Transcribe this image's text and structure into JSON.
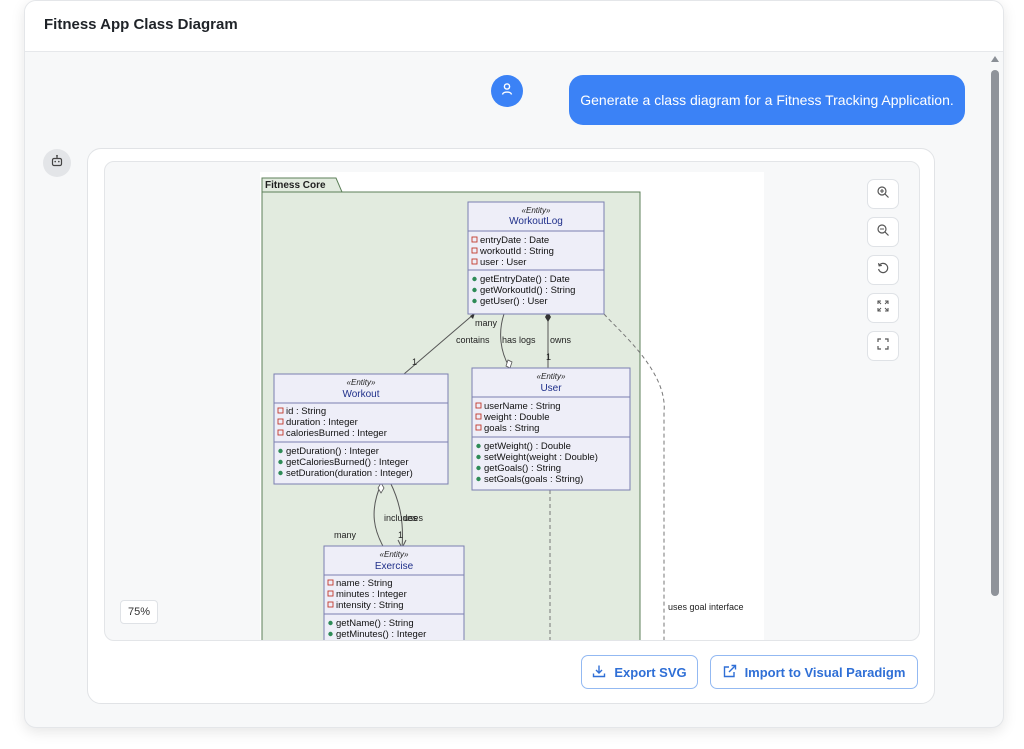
{
  "window": {
    "title": "Fitness App Class Diagram"
  },
  "chat": {
    "user_message": "Generate a class diagram for a Fitness Tracking Application.",
    "user_icon": "user-icon",
    "bot_icon": "robot-icon"
  },
  "viewer": {
    "zoom_level": "75%",
    "tools": [
      "zoom-in-icon",
      "zoom-out-icon",
      "reset-icon",
      "fit-to-screen-icon",
      "fullscreen-icon"
    ]
  },
  "actions": {
    "export_svg": "Export SVG",
    "import_vp": "Import to Visual Paradigm"
  },
  "diagram": {
    "package": "Fitness Core",
    "classes": {
      "workoutlog": {
        "stereotype": "«Entity»",
        "name": "WorkoutLog",
        "attributes": [
          "entryDate : Date",
          "workoutId : String",
          "user : User"
        ],
        "methods": [
          "getEntryDate() : Date",
          "getWorkoutId() : String",
          "getUser() : User"
        ]
      },
      "workout": {
        "stereotype": "«Entity»",
        "name": "Workout",
        "attributes": [
          "id : String",
          "duration : Integer",
          "caloriesBurned : Integer"
        ],
        "methods": [
          "getDuration() : Integer",
          "getCaloriesBurned() : Integer",
          "setDuration(duration : Integer)"
        ]
      },
      "user": {
        "stereotype": "«Entity»",
        "name": "User",
        "attributes": [
          "userName : String",
          "weight : Double",
          "goals : String"
        ],
        "methods": [
          "getWeight() : Double",
          "setWeight(weight : Double)",
          "getGoals() : String",
          "setGoals(goals : String)"
        ]
      },
      "exercise": {
        "stereotype": "«Entity»",
        "name": "Exercise",
        "attributes": [
          "name : String",
          "minutes : Integer",
          "intensity : String"
        ],
        "methods": [
          "getName() : String",
          "getMinutes() : Integer"
        ]
      }
    },
    "labels": {
      "many_top": "many",
      "contains": "contains",
      "has_logs": "has logs",
      "owns": "owns",
      "one_workout": "1",
      "one_user": "1",
      "includes": "includes",
      "uses": "uses",
      "many_bottom": "many",
      "one_exercise": "1",
      "uses_goal": "uses goal interface"
    },
    "colors": {
      "package_fill": "#e2ebdf",
      "package_stroke": "#5c7f58",
      "class_fill": "#eeeef8",
      "class_stroke": "#7b7fb0",
      "class_name": "#1f2f8a"
    }
  }
}
